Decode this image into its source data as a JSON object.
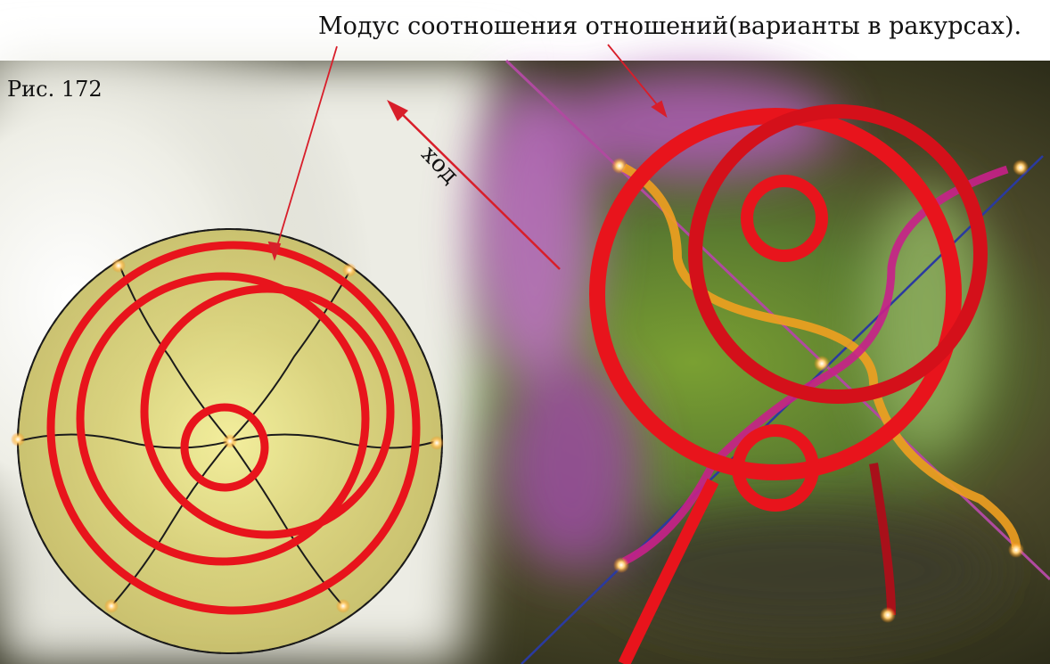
{
  "figure": {
    "caption": "Модус соотношения отношений(варианты в ракурсах).",
    "label": "Рис. 172",
    "direction_label": "ход"
  },
  "colors": {
    "ring_red": "#e8141c",
    "arrow_red": "#d81e2a",
    "disc_yellow": "#d9d27a",
    "axis_blue": "#2a3aa0",
    "axis_violet": "#b04aa0",
    "knot_orange": "#f0a020",
    "knot_magenta": "#c8208a"
  }
}
